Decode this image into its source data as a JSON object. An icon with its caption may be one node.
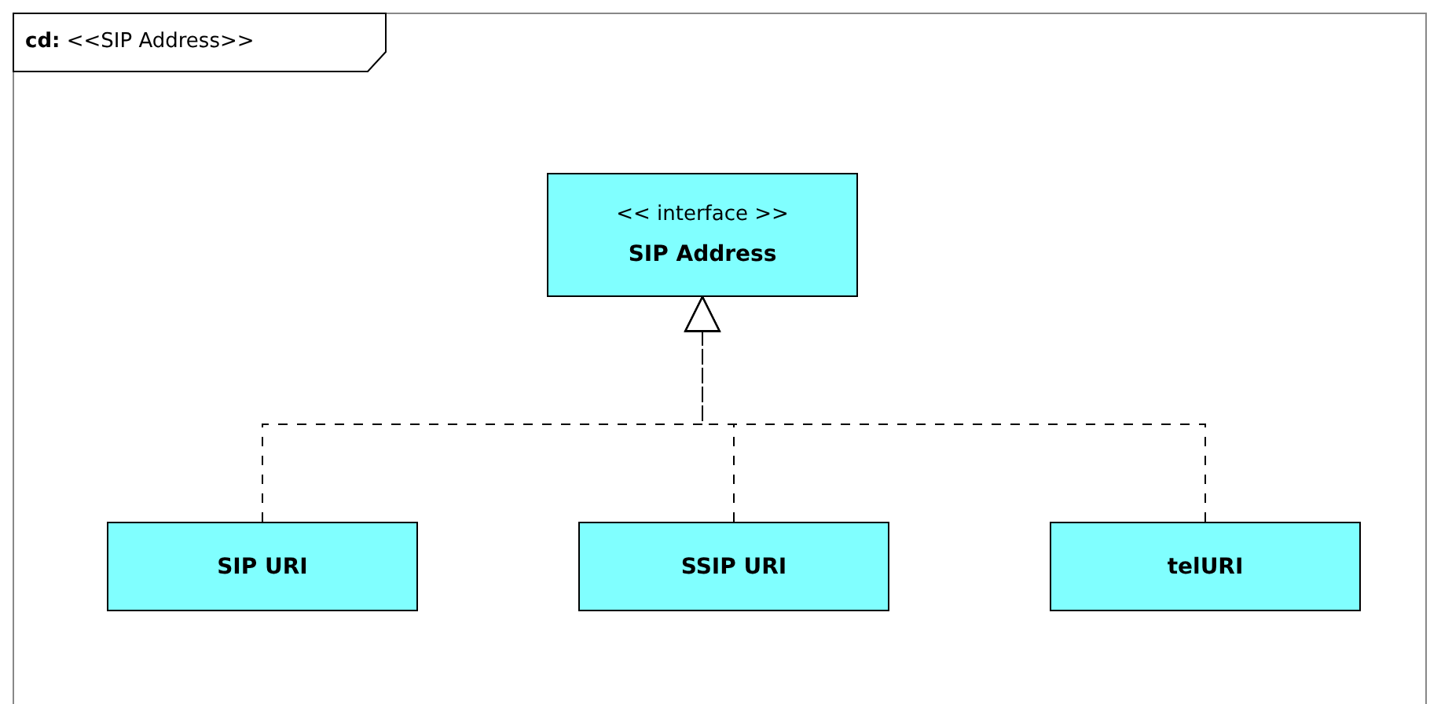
{
  "diagram": {
    "nodes": [
      {
        "text": [
          "**cd:** <<SIP Address>>"
        ]
      },
      {
        "text": [
          "<< interface >>",
          "SIP Address"
        ],
        "in": 0
      },
      {
        "text": [
          "SIP URI"
        ],
        "in": 0
      },
      {
        "text": [
          "SSIP URI"
        ],
        "in": 0
      },
      {
        "text": [
          "telURI"
        ],
        "in": 0
      }
    ],
    "edges": [
      {
        "from": 2,
        "to": 1,
        "arrow": "to",
        "style": "dashed"
      },
      {
        "from": 3,
        "to": 1,
        "arrow": "to",
        "style": "dashed"
      },
      {
        "from": 4,
        "to": 1,
        "arrow": "to",
        "style": "dashed"
      }
    ]
  }
}
